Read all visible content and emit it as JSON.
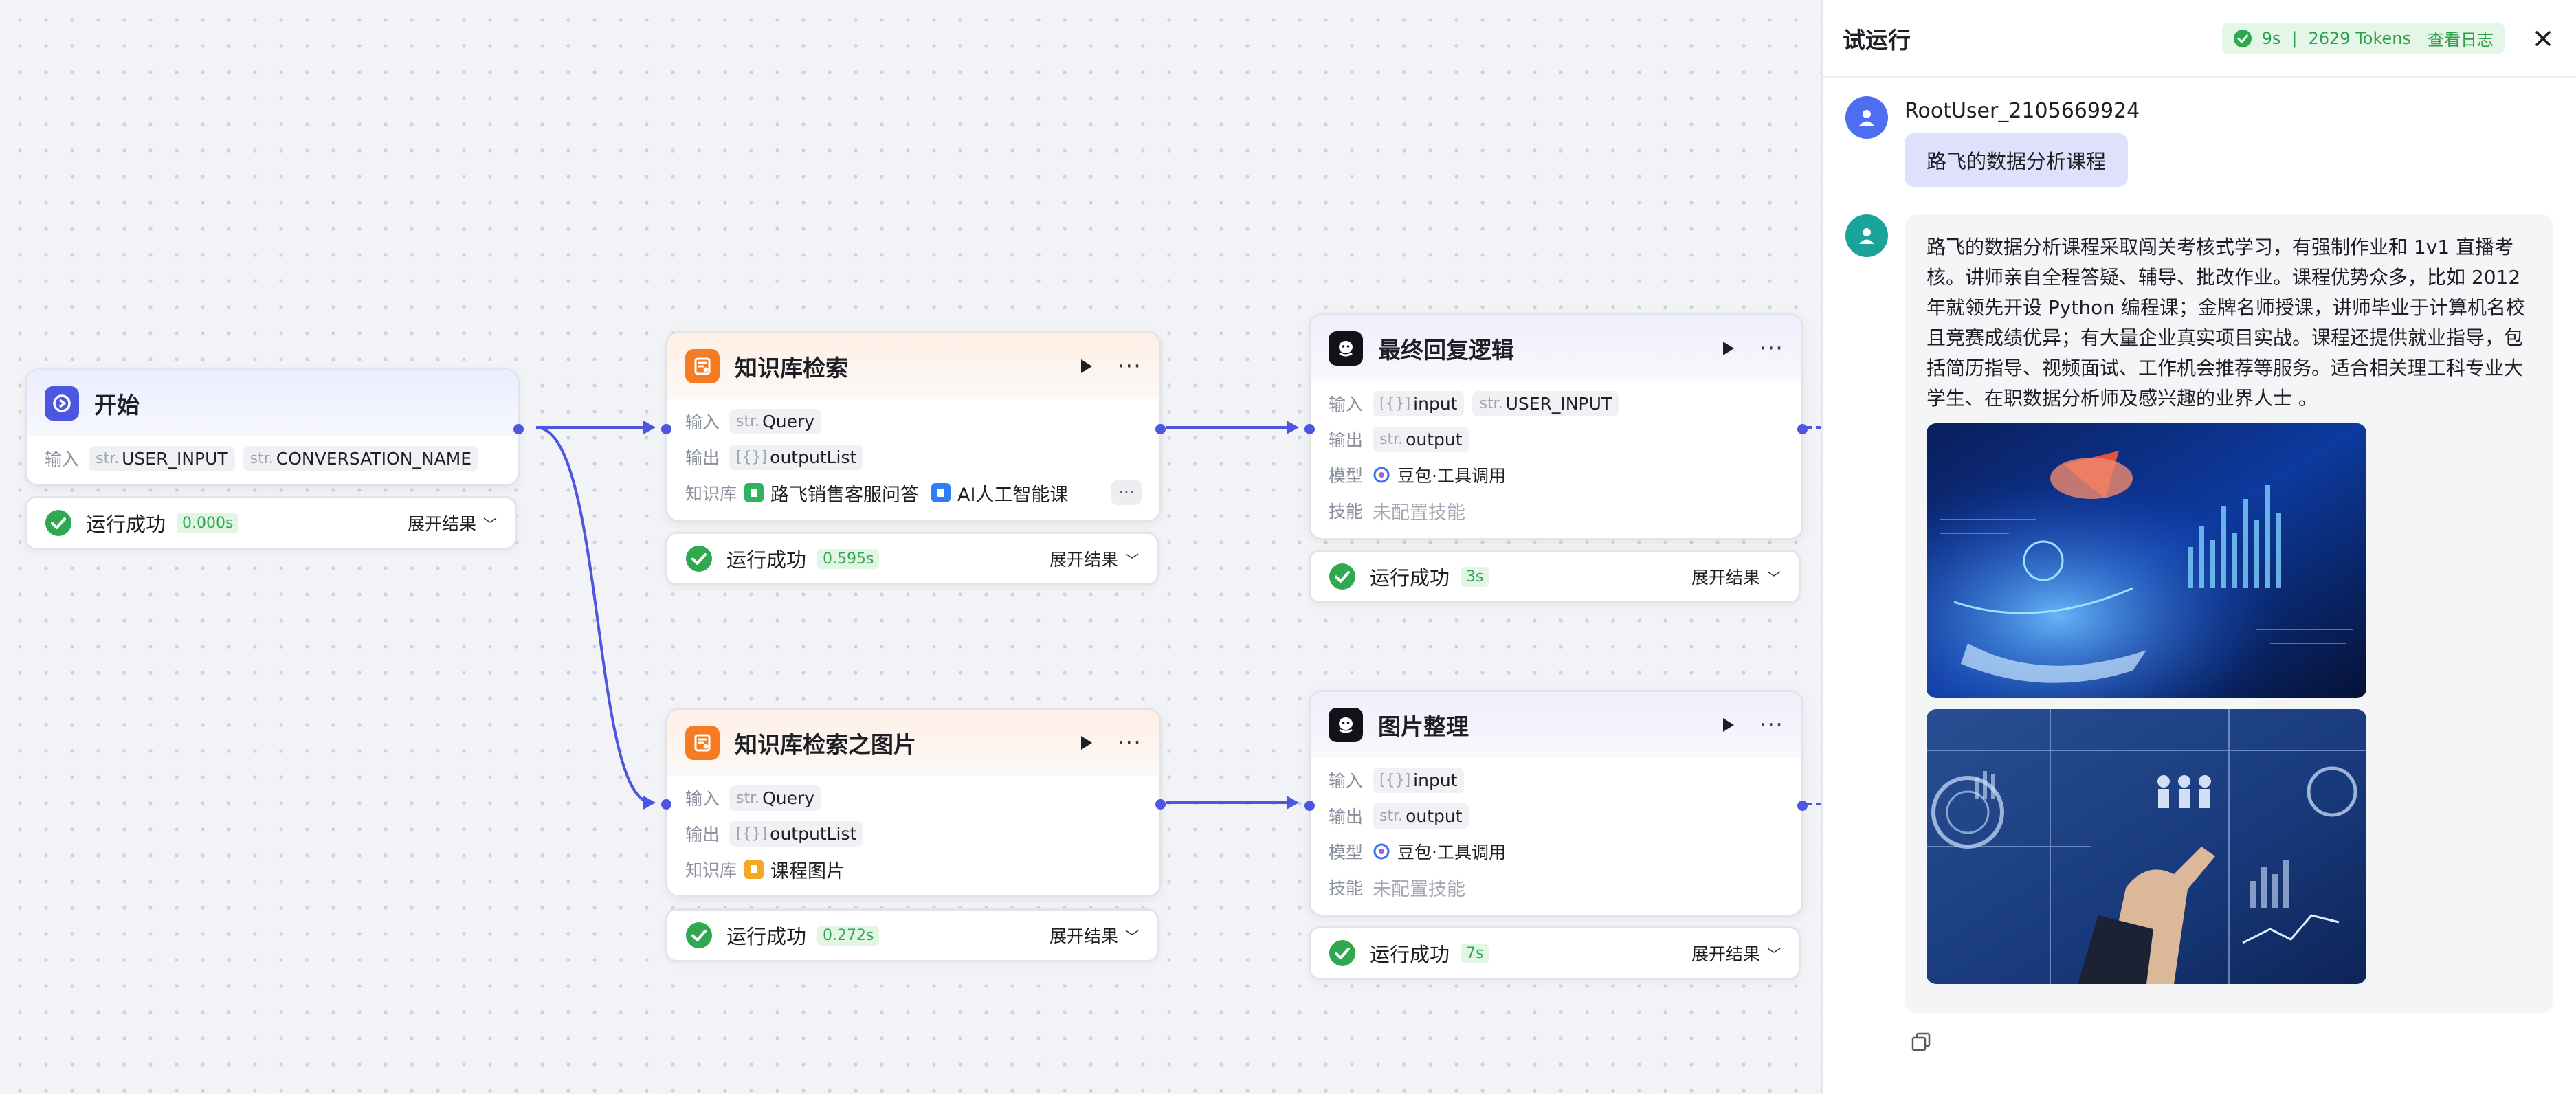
{
  "workflow": {
    "start": {
      "title": "开始",
      "input_label": "输入",
      "inputs": [
        {
          "type": "str.",
          "name": "USER_INPUT"
        },
        {
          "type": "str.",
          "name": "CONVERSATION_NAME"
        }
      ],
      "result": {
        "status": "运行成功",
        "time": "0.000s",
        "expand": "展开结果"
      }
    },
    "kb_search": {
      "title": "知识库检索",
      "input_label": "输入",
      "output_label": "输出",
      "kb_label": "知识库",
      "input": {
        "type": "str.",
        "name": "Query"
      },
      "output": {
        "type": "[{}]",
        "name": "outputList"
      },
      "knowledge_bases": [
        "路飞销售客服问答",
        "AI人工智能课"
      ],
      "more": "···",
      "result": {
        "status": "运行成功",
        "time": "0.595s",
        "expand": "展开结果"
      }
    },
    "kb_image": {
      "title": "知识库检索之图片",
      "input_label": "输入",
      "output_label": "输出",
      "kb_label": "知识库",
      "input": {
        "type": "str.",
        "name": "Query"
      },
      "output": {
        "type": "[{}]",
        "name": "outputList"
      },
      "knowledge_bases": [
        "课程图片"
      ],
      "result": {
        "status": "运行成功",
        "time": "0.272s",
        "expand": "展开结果"
      }
    },
    "final_reply": {
      "title": "最终回复逻辑",
      "input_label": "输入",
      "output_label": "输出",
      "model_label": "模型",
      "skill_label": "技能",
      "inputs": [
        {
          "type": "[{}]",
          "name": "input"
        },
        {
          "type": "str.",
          "name": "USER_INPUT"
        }
      ],
      "output": {
        "type": "str.",
        "name": "output"
      },
      "model": "豆包·工具调用",
      "skill": "未配置技能",
      "result": {
        "status": "运行成功",
        "time": "3s",
        "expand": "展开结果"
      }
    },
    "image_sort": {
      "title": "图片整理",
      "input_label": "输入",
      "output_label": "输出",
      "model_label": "模型",
      "skill_label": "技能",
      "inputs": [
        {
          "type": "[{}]",
          "name": "input"
        }
      ],
      "output": {
        "type": "str.",
        "name": "output"
      },
      "model": "豆包·工具调用",
      "skill": "未配置技能",
      "result": {
        "status": "运行成功",
        "time": "7s",
        "expand": "展开结果"
      }
    }
  },
  "panel": {
    "title": "试运行",
    "status": {
      "duration": "9s",
      "tokens": "2629 Tokens",
      "sep": "|",
      "log_link": "查看日志"
    },
    "user": {
      "name": "RootUser_2105669924",
      "message": "路飞的数据分析课程"
    },
    "bot": {
      "text": "路飞的数据分析课程采取闯关考核式学习，有强制作业和 1v1 直播考核。讲师亲自全程答疑、辅导、批改作业。课程优势众多，比如 2012 年就领先开设 Python 编程课；金牌名师授课，讲师毕业于计算机名校且竞赛成绩优异；有大量企业真实项目实战。课程还提供就业指导，包括简历指导、视频面试、工作机会推荐等服务。适合相关理工科专业大学生、在职数据分析师及感兴趣的业界人士 。"
    }
  },
  "colors": {
    "accent": "#4c56e0",
    "success": "#2fa84f",
    "kb_orange": "#f57c22",
    "avatar_user": "#4e6ef2",
    "avatar_bot": "#1aa39a"
  },
  "icons": {
    "start": "start-icon",
    "kb": "knowledge-icon",
    "llm": "llm-icon",
    "ok": "check-circle-icon",
    "close": "close-icon",
    "copy": "copy-icon"
  }
}
